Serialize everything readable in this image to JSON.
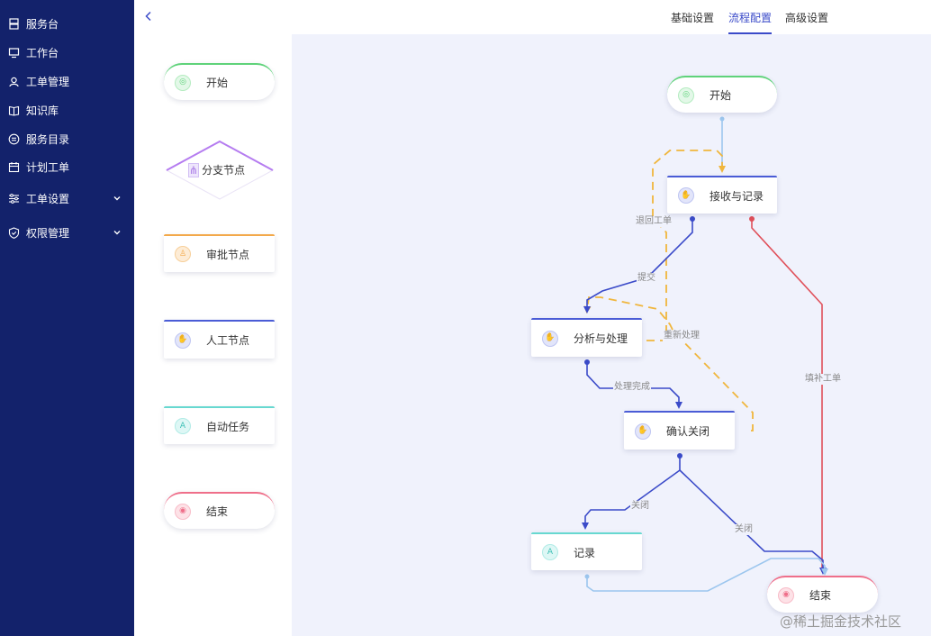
{
  "sidebar": {
    "items": [
      {
        "label": "服务台",
        "icon": "server-icon"
      },
      {
        "label": "工作台",
        "icon": "monitor-icon"
      },
      {
        "label": "工单管理",
        "icon": "user-card-icon"
      },
      {
        "label": "知识库",
        "icon": "book-icon"
      },
      {
        "label": "服务目录",
        "icon": "circle-list-icon"
      },
      {
        "label": "计划工单",
        "icon": "calendar-icon"
      },
      {
        "label": "工单设置",
        "icon": "sliders-icon"
      },
      {
        "label": "权限管理",
        "icon": "shield-icon"
      }
    ]
  },
  "header": {
    "tabs": [
      {
        "label": "基础设置"
      },
      {
        "label": "流程配置",
        "active": true
      },
      {
        "label": "高级设置"
      }
    ]
  },
  "palette": {
    "start": "开始",
    "branch": "分支节点",
    "approval": "审批节点",
    "manual": "人工节点",
    "auto": "自动任务",
    "end": "结束"
  },
  "flow": {
    "nodes": {
      "start": "开始",
      "receive": "接收与记录",
      "analyze": "分析与处理",
      "confirm": "确认关闭",
      "record": "记录",
      "end": "结束"
    },
    "edges": {
      "return_ticket": "退回工单",
      "submit": "提交",
      "reprocess": "重新处理",
      "process_done": "处理完成",
      "close_1": "关闭",
      "close_2": "关闭",
      "fill_ticket": "填补工单"
    }
  },
  "watermark": "@稀土掘金技术社区",
  "colors": {
    "sidebar_bg": "#13226b",
    "accent": "#3b4bc9",
    "start_green": "#5fd37a",
    "branch_purple": "#b57cf0",
    "approval_orange": "#f3a94a",
    "manual_blue": "#4a5cd6",
    "auto_cyan": "#67d8d0",
    "end_red": "#ef6f8a",
    "edge_yellow": "#f0b63d",
    "edge_red": "#e0505a",
    "edge_light": "#9cc6ee",
    "canvas_bg": "#f0f2fc"
  }
}
